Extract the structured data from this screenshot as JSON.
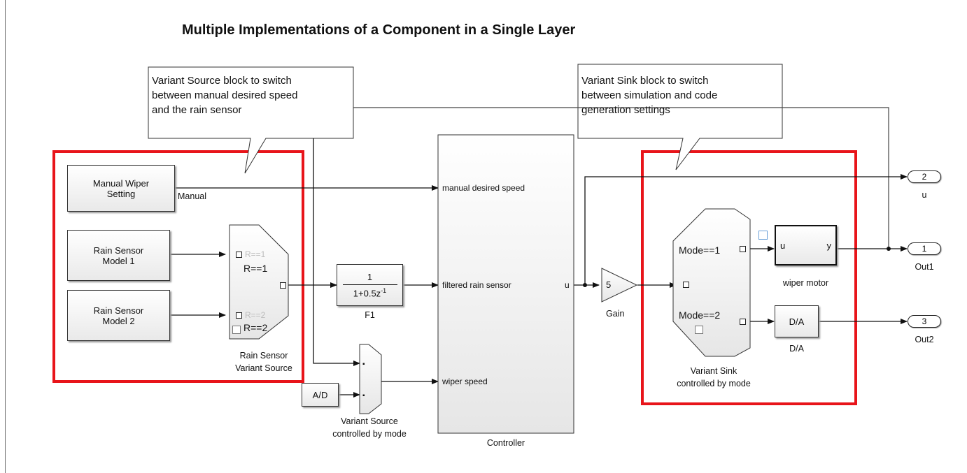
{
  "title": "Multiple Implementations of a Component in a Single Layer",
  "annotations": {
    "source": "Variant Source block to switch\nbetween manual desired speed\nand the rain sensor",
    "sink": "Variant Sink block to switch\nbetween simulation and code\ngeneration settings"
  },
  "blocks": {
    "manual_wiper": "Manual Wiper\nSetting",
    "rain1": "Rain Sensor\nModel 1",
    "rain2": "Rain Sensor\nModel 2",
    "ad": "A/D",
    "f1_num": "1",
    "f1_den": "1+0.5z",
    "f1_exp": "-1",
    "f1_label": "F1",
    "gain_value": "5",
    "gain_label": "Gain",
    "controller_label": "Controller",
    "controller_ports": [
      "manual  desired speed",
      "filtered  rain sensor",
      "wiper speed"
    ],
    "controller_out": "u",
    "rain_vs_label": "Rain Sensor\nVariant Source",
    "rain_vs_cond1": "R==1",
    "rain_vs_cond2": "R==2",
    "vs_mode_label": "Variant Source\ncontrolled by mode",
    "vsink_label": "Variant Sink\ncontrolled by mode",
    "vsink_cond1": "Mode==1",
    "vsink_cond2": "Mode==2",
    "wiper_motor": "wiper motor",
    "wm_in": "u",
    "wm_out": "y",
    "da": "D/A",
    "da_label": "D/A",
    "manual_signal": "Manual"
  },
  "outports": [
    {
      "num": "2",
      "label": "u"
    },
    {
      "num": "1",
      "label": "Out1"
    },
    {
      "num": "3",
      "label": "Out2"
    }
  ]
}
